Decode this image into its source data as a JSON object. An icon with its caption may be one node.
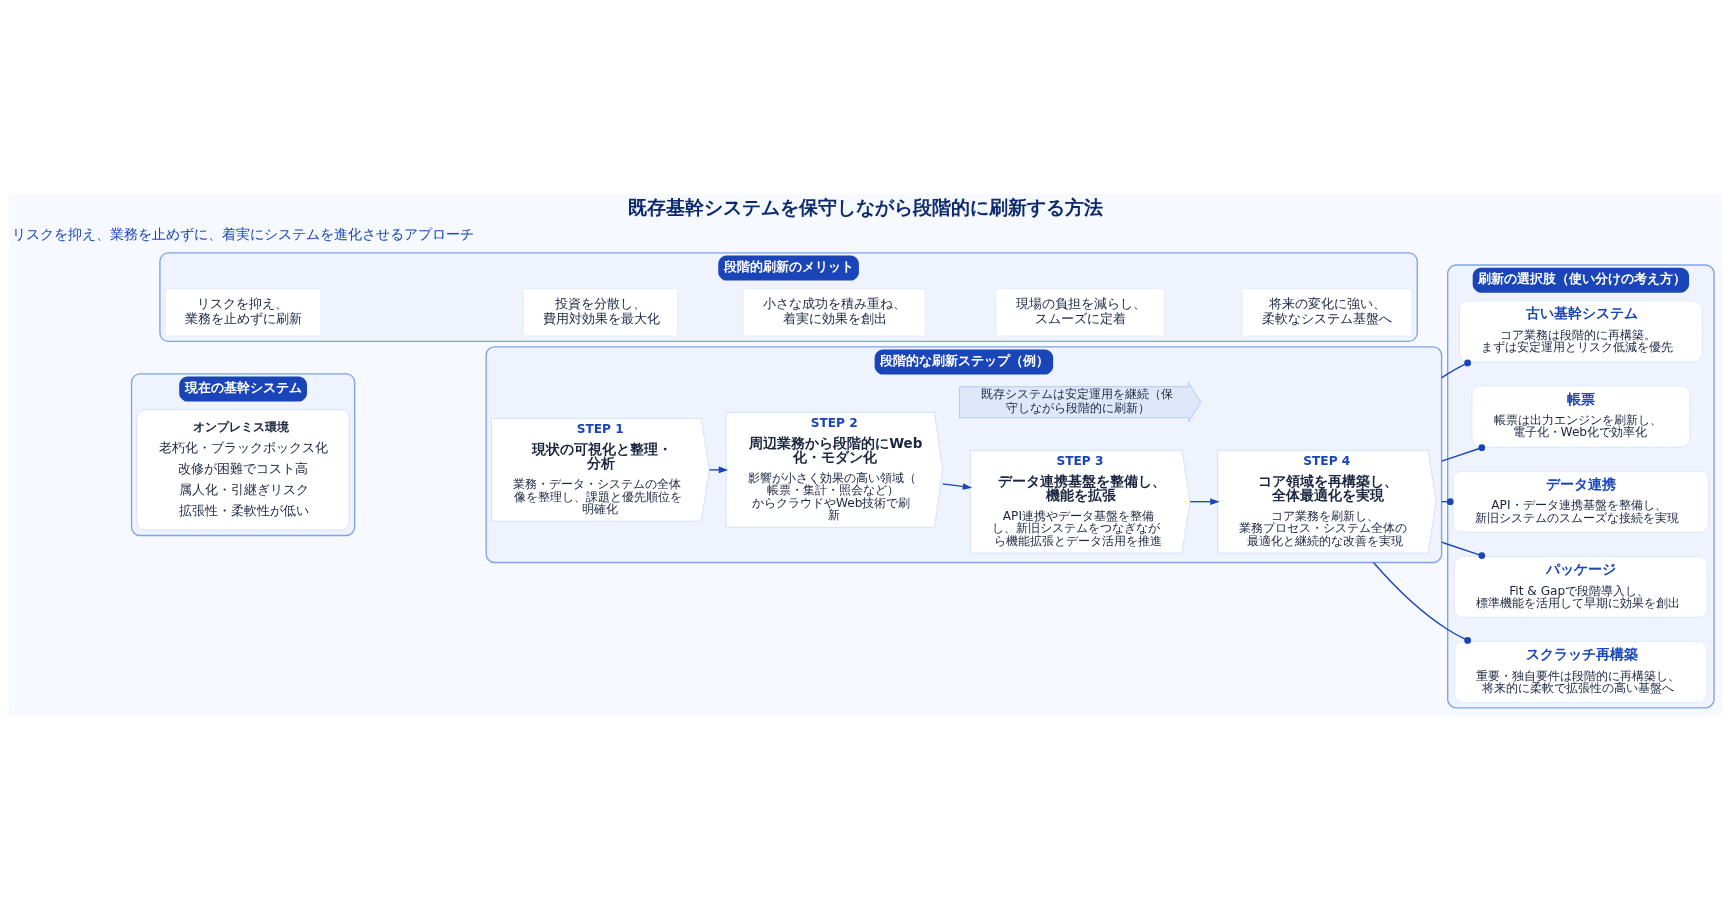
{
  "diagram": {
    "title": "既存基幹システムを保守しながら段階的に刷新する方法",
    "nodes": [
      {
        "text": [
          "現在の基幹システム"
        ]
      },
      {
        "text": [
          "オンプレミス環境",
          "老朽化・ブラックボックス化",
          "改修が困難でコスト高",
          "属人化・引継ぎリスク",
          "拡張性・柔軟性が低い"
        ],
        "in": 0
      },
      {
        "text": [
          "段階的な刷新ステップ（例）"
        ]
      },
      {
        "text": [
          "STEP 1",
          "現状の可視化と整理・分析",
          "業務・データ・システムの全体像を整理し、課題と優先順位を明確化"
        ],
        "in": 2
      },
      {
        "text": [
          "STEP 2",
          "周辺業務から段階的にWeb化・モダン化",
          "影響が小さく効果の高い領域（帳票・集計・照会など）からクラウドやWeb技術で刷新"
        ],
        "in": 2
      },
      {
        "text": [
          "STEP 3",
          "データ連携基盤を整備し、機能を拡張",
          "API連携やデータ基盤を整備し、新旧システムをつなぎながら機能拡張とデータ活用を推進"
        ],
        "in": 2
      },
      {
        "text": [
          "STEP 4",
          "コア領域を再構築し、全体最適化を実現",
          "コア業務を刷新し、業務プロセス・システム全体の最適化と継続的な改善を実現"
        ],
        "in": 2
      },
      {
        "text": [
          "既存システムは安定運用を継続（保守しながら段階的に刷新）"
        ],
        "in": 2
      },
      {
        "text": [
          "刷新の選択肢（使い分けの考え方）"
        ]
      },
      {
        "text": [
          "古い基幹システム",
          "コア業務は段階的に再構築。まずは安定運用とリスク低減を優先"
        ],
        "in": 8
      },
      {
        "text": [
          "帳票",
          "帳票は出力エンジンを刷新し、電子化・Web化で効率化"
        ],
        "in": 8
      },
      {
        "text": [
          "データ連携",
          "API・データ連携基盤を整備し、新旧システムのスムーズな接続を実現"
        ],
        "in": 8
      },
      {
        "text": [
          "パッケージ",
          "Fit & Gapで段階導入し、標準機能を活用して早期に効果を創出"
        ],
        "in": 8
      },
      {
        "text": [
          "スクラッチ再構築",
          "重要・独自要件は段階的に再構築し、将来的に柔軟で拡張性の高い基盤へ"
        ],
        "in": 8
      },
      {
        "text": [
          "段階的刷新のメリット"
        ]
      },
      {
        "text": [
          "リスクを抑え、業務を止めずに刷新"
        ],
        "in": 14
      },
      {
        "text": [
          "投資を分散し、費用対効果を最大化"
        ],
        "in": 14
      },
      {
        "text": [
          "小さな成功を積み重ね、着実に効果を創出"
        ],
        "in": 14
      },
      {
        "text": [
          "現場の負担を減らし、スムーズに定着"
        ],
        "in": 14
      },
      {
        "text": [
          "将来の変化に強い、柔軟なシステム基盤へ"
        ],
        "in": 14
      }
    ],
    "edges": [
      {
        "from": 3,
        "to": 4,
        "arrow": "to"
      },
      {
        "from": 4,
        "to": 5,
        "arrow": "to"
      },
      {
        "from": 5,
        "to": 6,
        "arrow": "to"
      },
      {
        "from": 2,
        "to": 9,
        "arrow": "other"
      },
      {
        "from": 2,
        "to": 10,
        "arrow": "other"
      },
      {
        "from": 2,
        "to": 11,
        "arrow": "other"
      },
      {
        "from": 2,
        "to": 12,
        "arrow": "other"
      },
      {
        "from": 2,
        "to": 13,
        "arrow": "other"
      }
    ],
    "labels": [
      "リスクを抑え、業務を止めずに、着実にシステムを進化させるアプローチ"
    ]
  }
}
